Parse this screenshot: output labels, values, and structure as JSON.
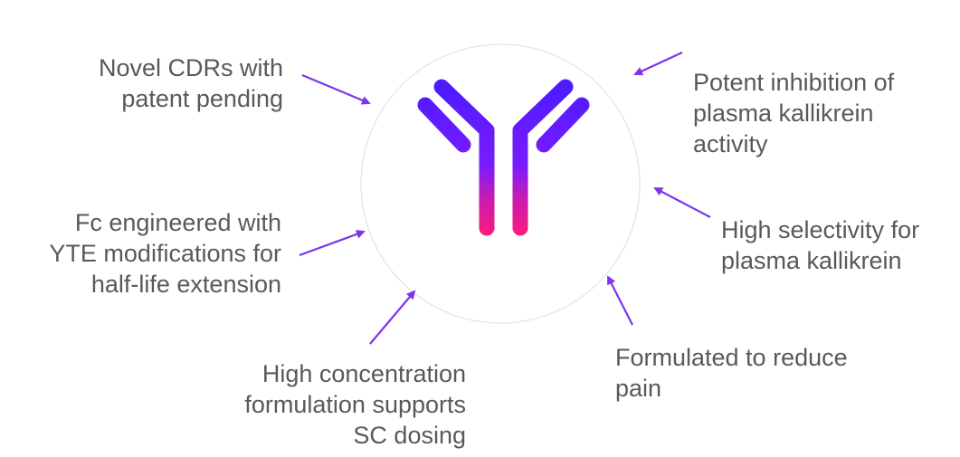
{
  "colors": {
    "arrow": "#7b35ee",
    "text": "#58595b",
    "circle_border": "#e6e6e6",
    "antibody_top": "#4b1bff",
    "antibody_mid": "#8a1dff",
    "antibody_bottom": "#ff1a7a"
  },
  "center_icon": "antibody-icon",
  "labels": {
    "novel_cdrs": "Novel CDRs with\npatent pending",
    "potent_inhibition": "Potent inhibition of\nplasma kallikrein\nactivity",
    "fc_engineered": "Fc engineered with\nYTE modifications for\nhalf-life extension",
    "high_selectivity": "High selectivity for\nplasma kallikrein",
    "formulated": "Formulated to reduce\npain",
    "high_concentration": "High concentration\nformulation supports\nSC dosing"
  }
}
